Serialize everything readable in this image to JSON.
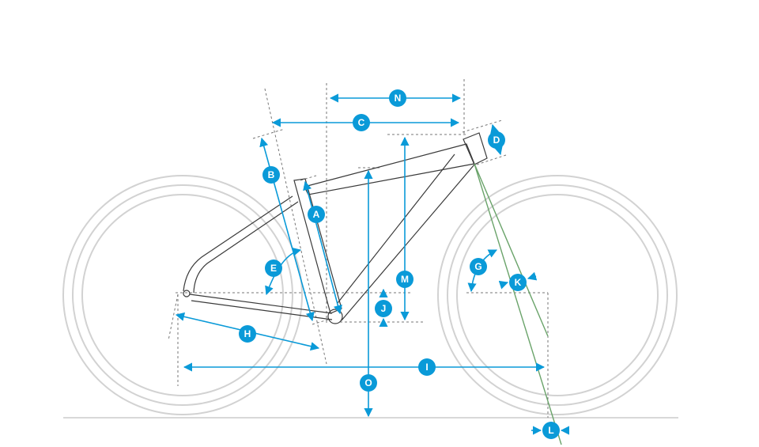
{
  "diagram": {
    "type": "bike-geometry",
    "accent_color": "#0a9ad8",
    "labels": {
      "A": "A",
      "B": "B",
      "C": "C",
      "D": "D",
      "E": "E",
      "G": "G",
      "H": "H",
      "I": "I",
      "J": "J",
      "K": "K",
      "L": "L",
      "M": "M",
      "N": "N",
      "O": "O"
    }
  }
}
